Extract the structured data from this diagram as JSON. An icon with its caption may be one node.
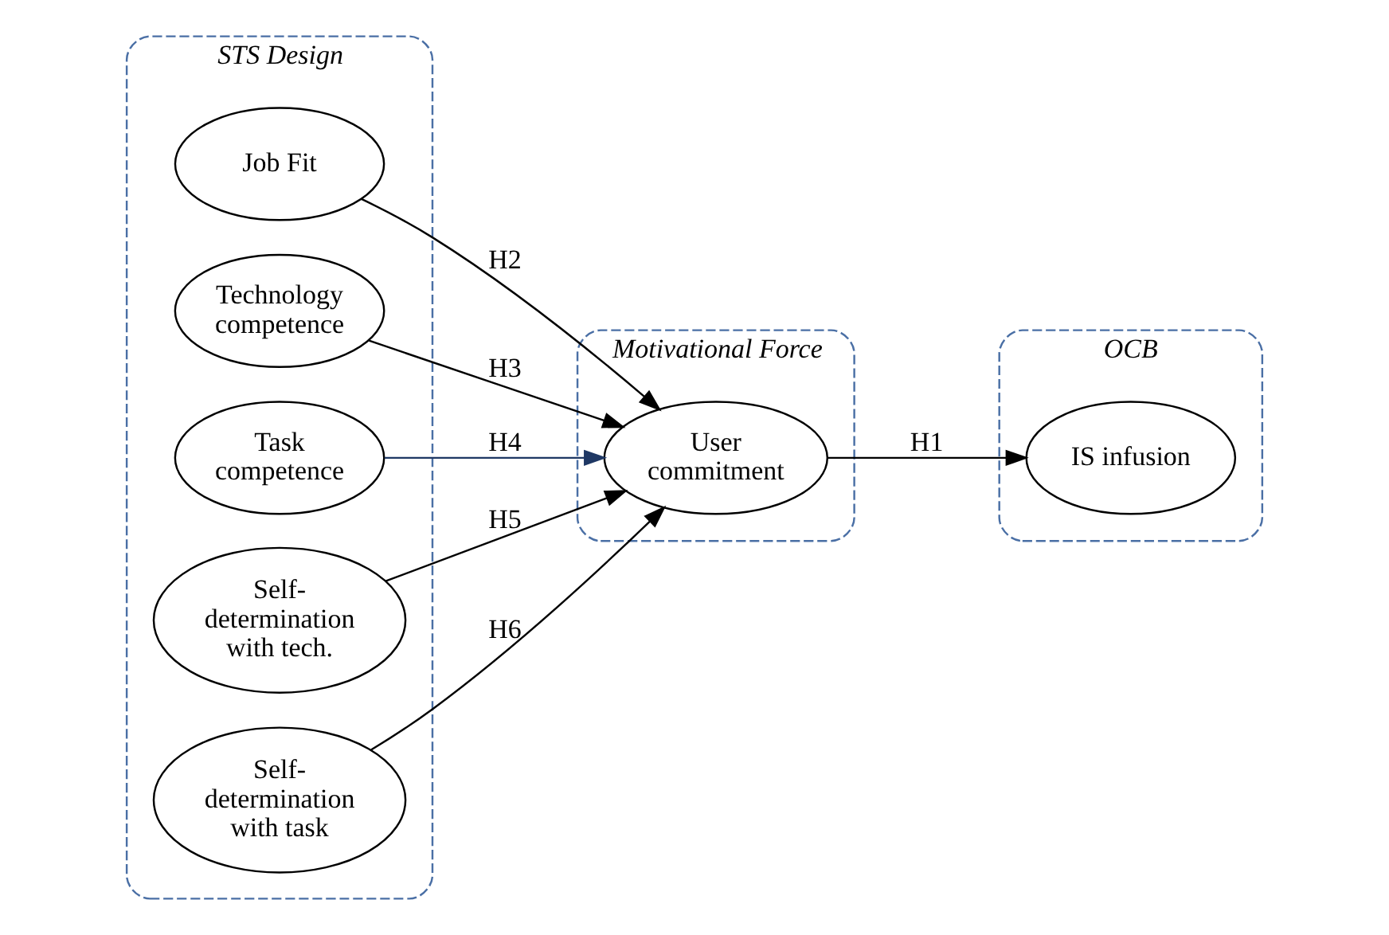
{
  "diagram": {
    "nodes": [
      {
        "text": [
          "STS Design"
        ]
      },
      {
        "text": [
          "Job Fit"
        ],
        "in": 0
      },
      {
        "text": [
          "Technology competence"
        ],
        "in": 0
      },
      {
        "text": [
          "Task competence"
        ],
        "in": 0
      },
      {
        "text": [
          "Self- determination with tech."
        ],
        "in": 0
      },
      {
        "text": [
          "Self- determination with task"
        ],
        "in": 0
      },
      {
        "text": [
          "Motivational Force"
        ]
      },
      {
        "text": [
          "User commitment"
        ],
        "in": 6
      },
      {
        "text": [
          "OCB"
        ]
      },
      {
        "text": [
          "IS infusion"
        ],
        "in": 8
      }
    ],
    "edges": [
      {
        "from": 1,
        "to": 7,
        "arrow": "to",
        "label": "H2"
      },
      {
        "from": 2,
        "to": 7,
        "arrow": "to",
        "label": "H3"
      },
      {
        "from": 3,
        "to": 7,
        "arrow": "to",
        "label": "H4",
        "color": "#1f3864"
      },
      {
        "from": 4,
        "to": 7,
        "arrow": "to",
        "label": "H5"
      },
      {
        "from": 5,
        "to": 7,
        "arrow": "to",
        "label": "H6"
      },
      {
        "from": 7,
        "to": 9,
        "arrow": "to",
        "label": "H1"
      }
    ]
  }
}
